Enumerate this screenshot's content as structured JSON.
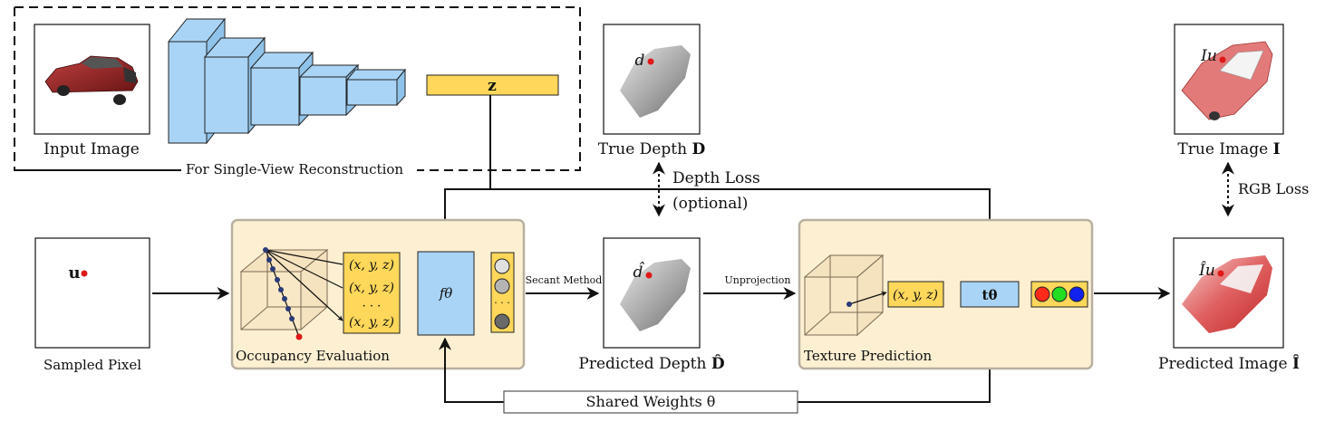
{
  "encoder": {
    "input_image_label": "Input Image",
    "latent_label": "z",
    "caption": "For Single-View Reconstruction",
    "colors": {
      "layer_fill": "#a9d4f5",
      "latent_fill": "#ffd75a"
    }
  },
  "sampled_pixel": {
    "label": "Sampled Pixel",
    "pixel_label": "u"
  },
  "occupancy": {
    "title": "Occupancy Evaluation",
    "points": [
      "(x, y, z)",
      "(x, y, z)",
      "· · ·",
      "(x, y, z)"
    ],
    "network_label": "fθ",
    "panel_fill": "#fdf0d2"
  },
  "secant_label": "Secant Method",
  "true_depth": {
    "label_plain": "True Depth ",
    "label_bold": "D",
    "point_label": "d"
  },
  "depth_loss": {
    "line1": "Depth Loss",
    "line2": "(optional)"
  },
  "predicted_depth": {
    "label_plain": "Predicted Depth ",
    "label_bold": "D̂",
    "point_label": "d̂"
  },
  "unprojection_label": "Unprojection",
  "texture": {
    "title": "Texture Prediction",
    "point": "(x, y, z)",
    "network_label": "tθ",
    "rgb_colors": [
      "#ff2a1a",
      "#22dd22",
      "#1122ee"
    ]
  },
  "true_image": {
    "label_plain": "True Image ",
    "label_bold": "I",
    "point_label": "Iu"
  },
  "rgb_loss": "RGB Loss",
  "predicted_image": {
    "label_plain": "Predicted Image ",
    "label_bold": "Î",
    "point_label": "Îu"
  },
  "shared_weights": "Shared Weights θ",
  "accent_colors": {
    "point_red": "#e01818",
    "node_navy": "#2a3a7a"
  }
}
